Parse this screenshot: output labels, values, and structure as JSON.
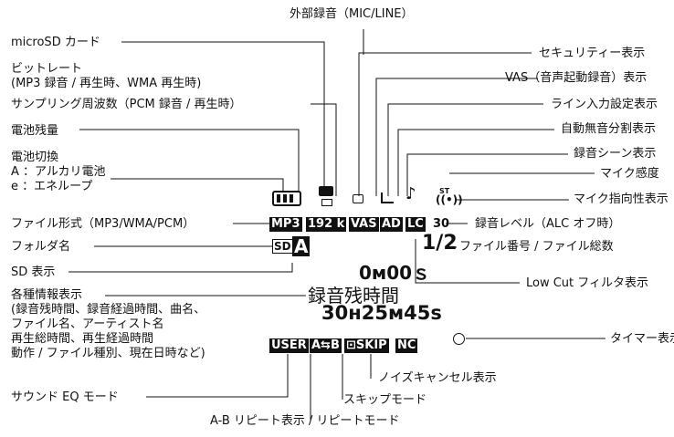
{
  "labels": {
    "external_rec": "外部録音（MIC/LINE）",
    "microsd_card": "microSD カード",
    "bitrate": "ビットレート\n(MP3 録音 / 再生時、WMA 再生時)",
    "sampling_freq": "サンプリング周波数（PCM 録音 / 再生時）",
    "battery_level": "電池残量",
    "battery_switch": "電池切換\nA ：アルカリ電池\ne ：エネループ",
    "file_format": "ファイル形式（MP3/WMA/PCM）",
    "folder_name": "フォルダ名",
    "sd_display": "SD 表示",
    "info_display": "各種情報表示\n(録音残時間、録音経過時間、曲名、\nファイル名、アーティスト名\n再生総時間、再生経過時間\n動作 / ファイル種別、現在日時など)",
    "sound_eq": "サウンド EQ モード",
    "security": "セキュリティー表示",
    "vas": "VAS（音声起動録音）表示",
    "line_input": "ライン入力設定表示",
    "auto_split": "自動無音分割表示",
    "rec_scene": "録音シーン表示",
    "mic_sensitivity": "マイク感度",
    "mic_directivity": "マイク指向性表示",
    "rec_level": "録音レベル（ALC オフ時）",
    "file_number": "ファイル番号 / ファイル総数",
    "low_cut": "Low Cut フィルタ表示",
    "timer": "タイマー表示",
    "noise_cancel": "ノイズキャンセル表示",
    "skip_mode": "スキップモード",
    "ab_repeat": "A-B リピート表示 / リピートモード"
  },
  "display": {
    "format_badge": "MP3",
    "bitrate_badge": "192 k",
    "vas_badge": "VAS",
    "ad_badge": "AD",
    "lc_badge": "LC",
    "rec_level_value": "30",
    "file_counter": "1/2",
    "sd_label": "SD",
    "folder_letter": "A",
    "timer_top": "0м00ｓ",
    "remaining_label": "録音残時間",
    "time_display": "30н25м45ѕ",
    "bottom_user": "USER",
    "bottom_ab": "A⇆B",
    "bottom_skip": "⊡SKIP",
    "bottom_nc": "NC",
    "st_label": "ST"
  }
}
